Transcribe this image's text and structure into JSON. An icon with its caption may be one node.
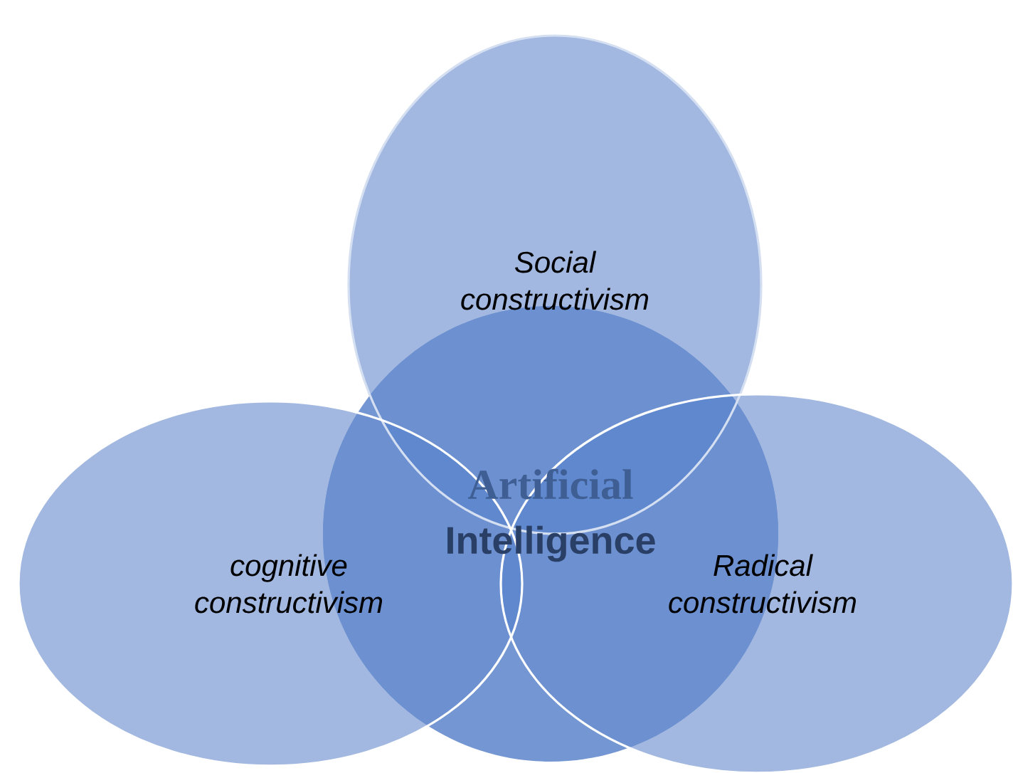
{
  "diagram": {
    "nodes": [
      {
        "text": [
          "Social constructivism"
        ]
      },
      {
        "text": [
          "Artificial",
          "Intelligence"
        ]
      },
      {
        "text": [
          "cognitive constructivism"
        ]
      },
      {
        "text": [
          "Radical constructivism"
        ]
      }
    ]
  }
}
